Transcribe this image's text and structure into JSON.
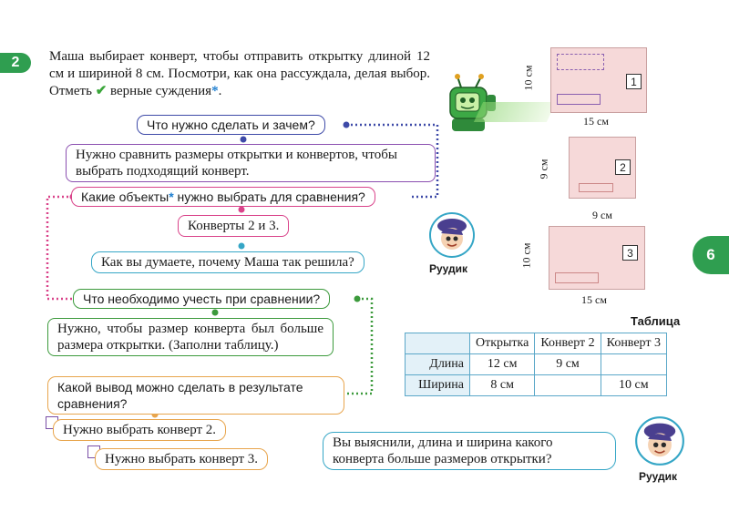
{
  "task": {
    "number": "2",
    "text_before": "Маша выбирает конверт, чтобы отправить открытку длиной 12 см и шириной 8 см. Посмотри, как она рассуждала, делая выбор. Отметь",
    "check_mark": "✔",
    "text_after": "верные суждения",
    "asterisk": "*",
    "dot": "."
  },
  "reasoning": {
    "q1": "Что нужно сделать и зачем?",
    "a1": "Нужно сравнить размеры открытки и конвертов, чтобы выбрать подходящий конверт.",
    "q2_before": "Какие объекты",
    "q2_asterisk": "*",
    "q2_after": "нужно выбрать для сравнения?",
    "a2": "Конверты 2 и 3.",
    "ruudik_question": "Как вы думаете, почему Маша так решила?",
    "q3": "Что необходимо учесть при сравнении?",
    "a3": "Нужно, чтобы размер конверта был больше размера открытки. (Заполни таблицу.)",
    "q4": "Какой вывод можно сделать в результате сравнения?",
    "option1": "Нужно выбрать конверт 2.",
    "option2": "Нужно выбрать конверт 3.",
    "ruudik_question2": "Вы выяснили, длина и ширина какого конверта больше размеров открытки?"
  },
  "ruudik_name": "Руудик",
  "envelopes": [
    {
      "number": "1",
      "width_label": "15 см",
      "height_label": "10 см"
    },
    {
      "number": "2",
      "width_label": "9 см",
      "height_label": "9 см"
    },
    {
      "number": "3",
      "width_label": "15 см",
      "height_label": "10 см"
    }
  ],
  "table": {
    "title": "Таблица",
    "headers": [
      "",
      "Открытка",
      "Конверт 2",
      "Конверт 3"
    ],
    "rows": [
      [
        "Длина",
        "12 см",
        "9 см",
        ""
      ],
      [
        "Ширина",
        "8 см",
        "",
        "10 см"
      ]
    ]
  },
  "page_number": "6",
  "colors": {
    "green_accent": "#2f9e50",
    "blue_box": "#3e4aa8",
    "pink_box": "#d9438a",
    "cyan_box": "#35a6c6",
    "green_box": "#3c9a3c",
    "orange_box": "#e8a54d",
    "envelope_fill": "#f6d9d9"
  },
  "icons": [
    "robot-icon",
    "ruudik-avatar-icon",
    "checkbox-icon",
    "stamp-icon"
  ]
}
